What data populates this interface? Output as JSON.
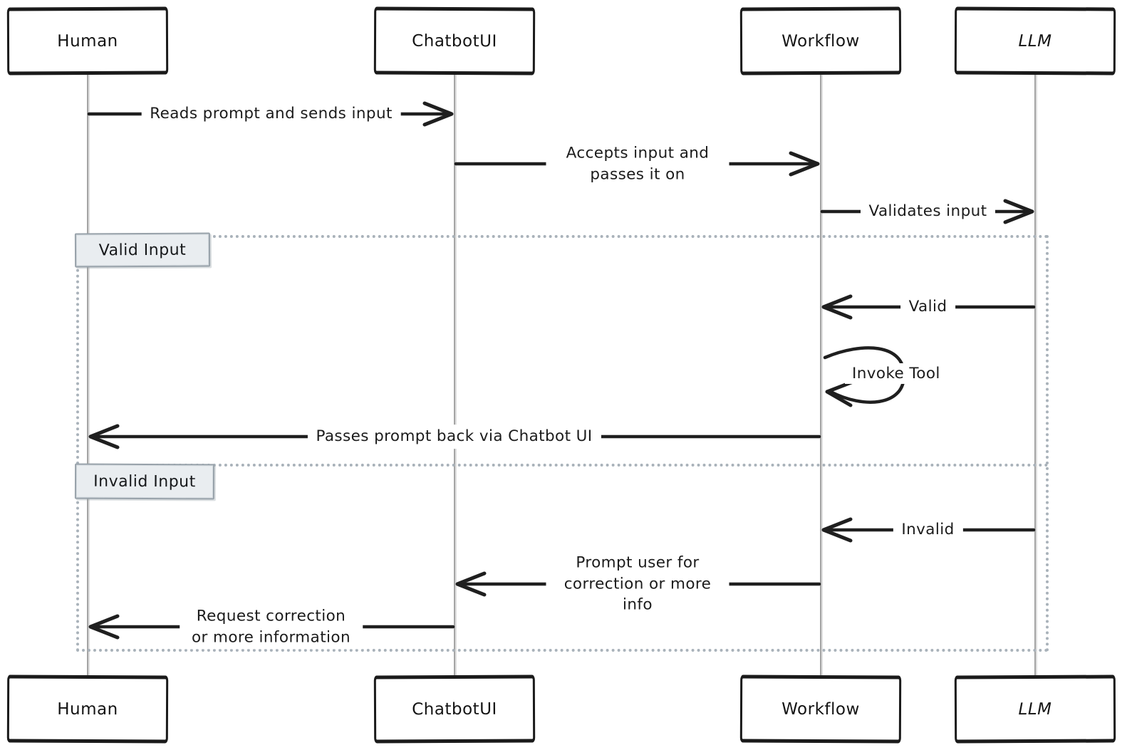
{
  "diagram": {
    "kind": "sequence-diagram",
    "style": "hand-drawn"
  },
  "actors": {
    "human": "Human",
    "chatbotui": "ChatbotUI",
    "workflow": "Workflow",
    "llm": "LLM"
  },
  "frames": {
    "valid": {
      "label": "Valid Input"
    },
    "invalid": {
      "label": "Invalid Input"
    }
  },
  "messages": {
    "reads_prompt": {
      "text": "Reads prompt and sends input",
      "from": "Human",
      "to": "ChatbotUI"
    },
    "accepts_input": {
      "text": "Accepts input and passes it on",
      "from": "ChatbotUI",
      "to": "Workflow"
    },
    "validates_input": {
      "text": "Validates input",
      "from": "Workflow",
      "to": "LLM"
    },
    "valid": {
      "text": "Valid",
      "from": "LLM",
      "to": "Workflow"
    },
    "invoke_tool": {
      "text": "Invoke Tool",
      "from": "Workflow",
      "to": "Workflow"
    },
    "passes_back": {
      "text": "Passes prompt back via Chatbot UI",
      "from": "Workflow",
      "to": "Human"
    },
    "invalid": {
      "text": "Invalid",
      "from": "LLM",
      "to": "Workflow"
    },
    "prompt_user": {
      "text": "Prompt user for correction or more info",
      "from": "Workflow",
      "to": "ChatbotUI"
    },
    "request_correction": {
      "text": "Request correction or more information",
      "from": "ChatbotUI",
      "to": "Human"
    }
  },
  "colors": {
    "ink": "#1f1f1f",
    "lifeline": "#a4a4a4",
    "frame_dots": "#a9b2ba",
    "frame_label_bg": "#e9edf0",
    "frame_label_border": "#98a2aa",
    "background": "#ffffff"
  }
}
